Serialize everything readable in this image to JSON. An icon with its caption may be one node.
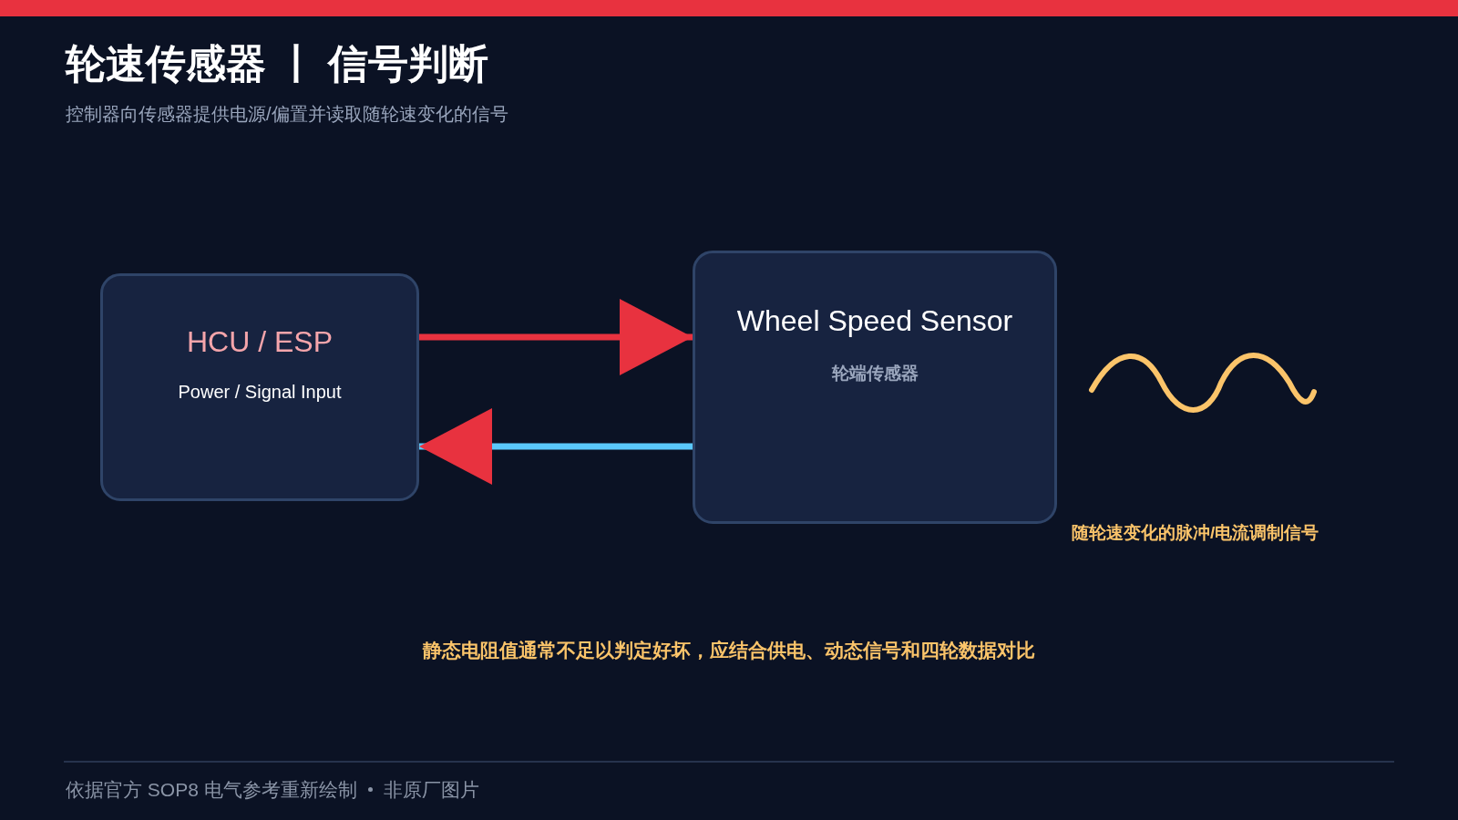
{
  "diagram": {
    "title": "轮速传感器 丨 信号判断",
    "nodes": [
      {
        "text": [
          "HCU / ESP",
          "Power / Signal Input"
        ]
      },
      {
        "text": [
          "Wheel Speed Sensor",
          "轮端传感器"
        ]
      },
      {
        "text": [],
        "shape": "bar"
      }
    ],
    "edges": [
      {
        "from": 0,
        "to": 1,
        "arrow": "to",
        "color": "#e8323f"
      },
      {
        "from": 1,
        "to": 0,
        "arrow": "to",
        "color": "#5ac8fa"
      }
    ],
    "labels": [
      "控制器向传感器提供电源/偏置并读取随轮速变化的信号",
      "随轮速变化的脉冲/电流调制信号",
      "静态电阻值通常不足以判定好坏，应结合供电、动态信号和四轮数据对比",
      "依据官方 SOP8 电气参考重新绘制",
      "非原厂图片"
    ]
  }
}
